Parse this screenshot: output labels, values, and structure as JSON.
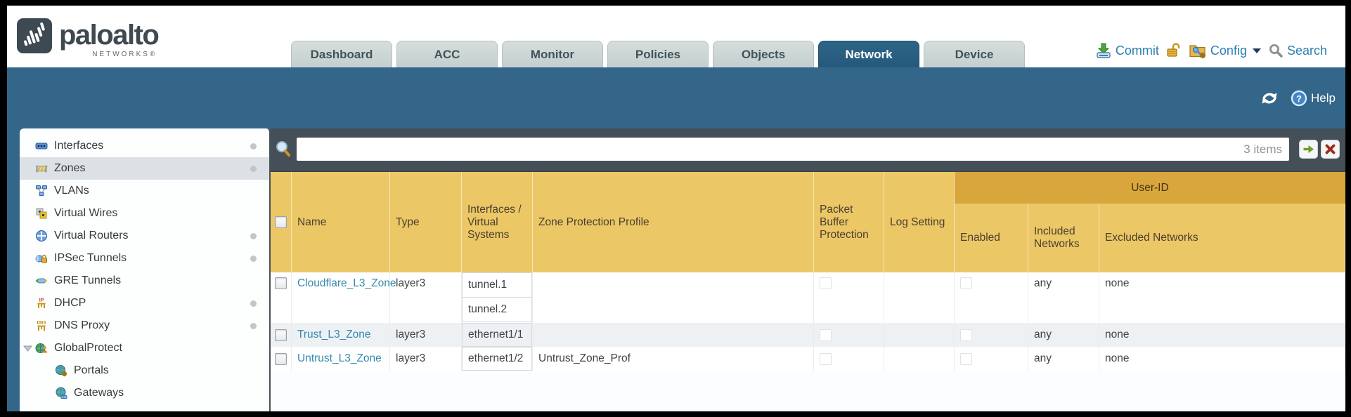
{
  "brand": {
    "wordmark": "paloalto",
    "subtitle": "NETWORKS®"
  },
  "nav": {
    "tabs": [
      "Dashboard",
      "ACC",
      "Monitor",
      "Policies",
      "Objects",
      "Network",
      "Device"
    ],
    "active_tab": "Network"
  },
  "header_actions": {
    "commit": "Commit",
    "config": "Config",
    "search": "Search"
  },
  "toolbar": {
    "help_label": "Help"
  },
  "sidebar": {
    "items": [
      {
        "id": "interfaces",
        "label": "Interfaces",
        "icon": "interfaces-icon",
        "dot": true
      },
      {
        "id": "zones",
        "label": "Zones",
        "icon": "zones-icon",
        "dot": true,
        "selected": true
      },
      {
        "id": "vlans",
        "label": "VLANs",
        "icon": "vlans-icon",
        "dot": false
      },
      {
        "id": "virtual-wires",
        "label": "Virtual Wires",
        "icon": "virtual-wires-icon",
        "dot": false
      },
      {
        "id": "virtual-routers",
        "label": "Virtual Routers",
        "icon": "virtual-routers-icon",
        "dot": true
      },
      {
        "id": "ipsec-tunnels",
        "label": "IPSec Tunnels",
        "icon": "ipsec-tunnels-icon",
        "dot": true
      },
      {
        "id": "gre-tunnels",
        "label": "GRE Tunnels",
        "icon": "gre-tunnels-icon",
        "dot": false
      },
      {
        "id": "dhcp",
        "label": "DHCP",
        "icon": "dhcp-icon",
        "dot": true
      },
      {
        "id": "dns-proxy",
        "label": "DNS Proxy",
        "icon": "dns-proxy-icon",
        "dot": true
      },
      {
        "id": "globalprotect",
        "label": "GlobalProtect",
        "icon": "globalprotect-icon",
        "dot": false,
        "expanded": true
      },
      {
        "id": "portals",
        "label": "Portals",
        "icon": "portals-icon",
        "dot": false,
        "child": true
      },
      {
        "id": "gateways",
        "label": "Gateways",
        "icon": "gateways-icon",
        "dot": false,
        "child": true
      }
    ]
  },
  "filter": {
    "value": "",
    "count": "3 items"
  },
  "table": {
    "group_header": "User-ID",
    "columns": [
      "Name",
      "Type",
      "Interfaces / Virtual Systems",
      "Zone Protection Profile",
      "Packet Buffer Protection",
      "Log Setting",
      "Enabled",
      "Included Networks",
      "Excluded Networks"
    ],
    "rows": [
      {
        "name": "Cloudflare_L3_Zone",
        "type": "layer3",
        "interfaces": [
          "tunnel.1",
          "tunnel.2"
        ],
        "zone_protection_profile": "",
        "packet_buffer_protection": false,
        "log_setting": "",
        "user_id_enabled": false,
        "included_networks": "any",
        "excluded_networks": "none"
      },
      {
        "name": "Trust_L3_Zone",
        "type": "layer3",
        "interfaces": [
          "ethernet1/1"
        ],
        "zone_protection_profile": "",
        "packet_buffer_protection": false,
        "log_setting": "",
        "user_id_enabled": false,
        "included_networks": "any",
        "excluded_networks": "none"
      },
      {
        "name": "Untrust_L3_Zone",
        "type": "layer3",
        "interfaces": [
          "ethernet1/2"
        ],
        "zone_protection_profile": "Untrust_Zone_Prof",
        "packet_buffer_protection": false,
        "log_setting": "",
        "user_id_enabled": false,
        "included_networks": "any",
        "excluded_networks": "none"
      }
    ]
  },
  "colors": {
    "accent_teal": "#336689",
    "active_tab_teal": "#2d6587",
    "slate_bar": "#454f57",
    "header_gold": "#ecc766",
    "group_header_gold": "#d9a63e",
    "link_blue": "#3389b0",
    "action_blue": "#2b7fb0",
    "striped_row": "#eef1f4"
  }
}
